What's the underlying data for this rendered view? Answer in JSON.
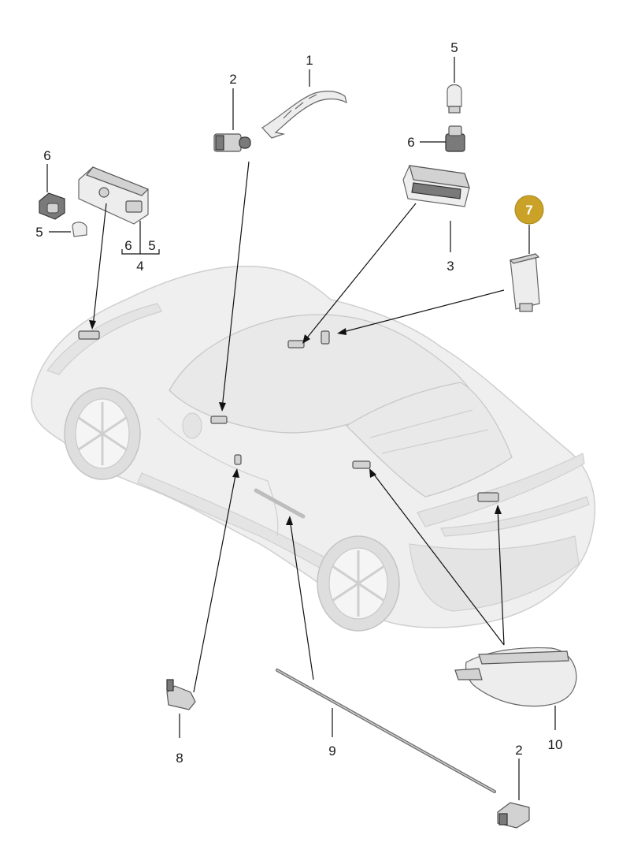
{
  "colors": {
    "highlight_badge": "#c9a227",
    "car": "#efefef",
    "lines": "#111111"
  },
  "callouts": {
    "c1": "1",
    "c2_top": "2",
    "c3": "3",
    "c4": "4",
    "c4_sub6": "6",
    "c4_sub5": "5",
    "c5_top": "5",
    "c5_left": "5",
    "c6_top": "6",
    "c6_left": "6",
    "c7": "7",
    "c8": "8",
    "c9": "9",
    "c10": "10",
    "c2_bottom": "2"
  },
  "icons": [
    "car-illustration",
    "part-icon"
  ]
}
